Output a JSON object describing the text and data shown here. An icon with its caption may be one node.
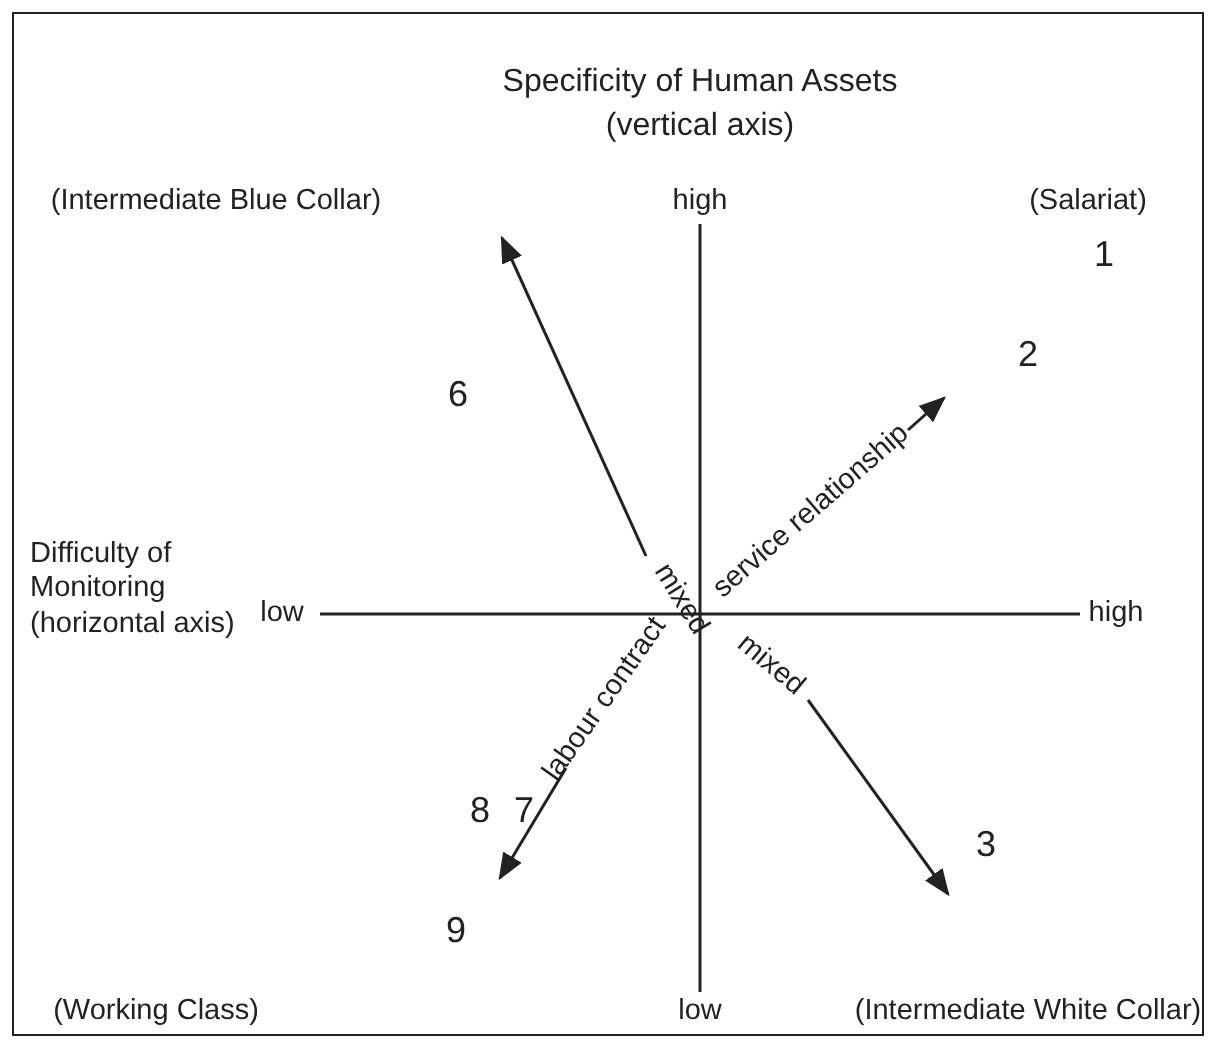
{
  "diagram": {
    "title": "Specificity of Human Assets (vertical axis)",
    "labels": [
      "(Intermediate Blue Collar)",
      "high",
      "(Salariat)",
      "1",
      "2",
      "6",
      "service relationship",
      "mixed",
      "Difficulty of Monitoring (horizontal axis)",
      "low",
      "high",
      "labour contract",
      "mixed",
      "3",
      "8",
      "7",
      "9",
      "(Working Class)",
      "low",
      "(Intermediate White Collar)"
    ]
  }
}
